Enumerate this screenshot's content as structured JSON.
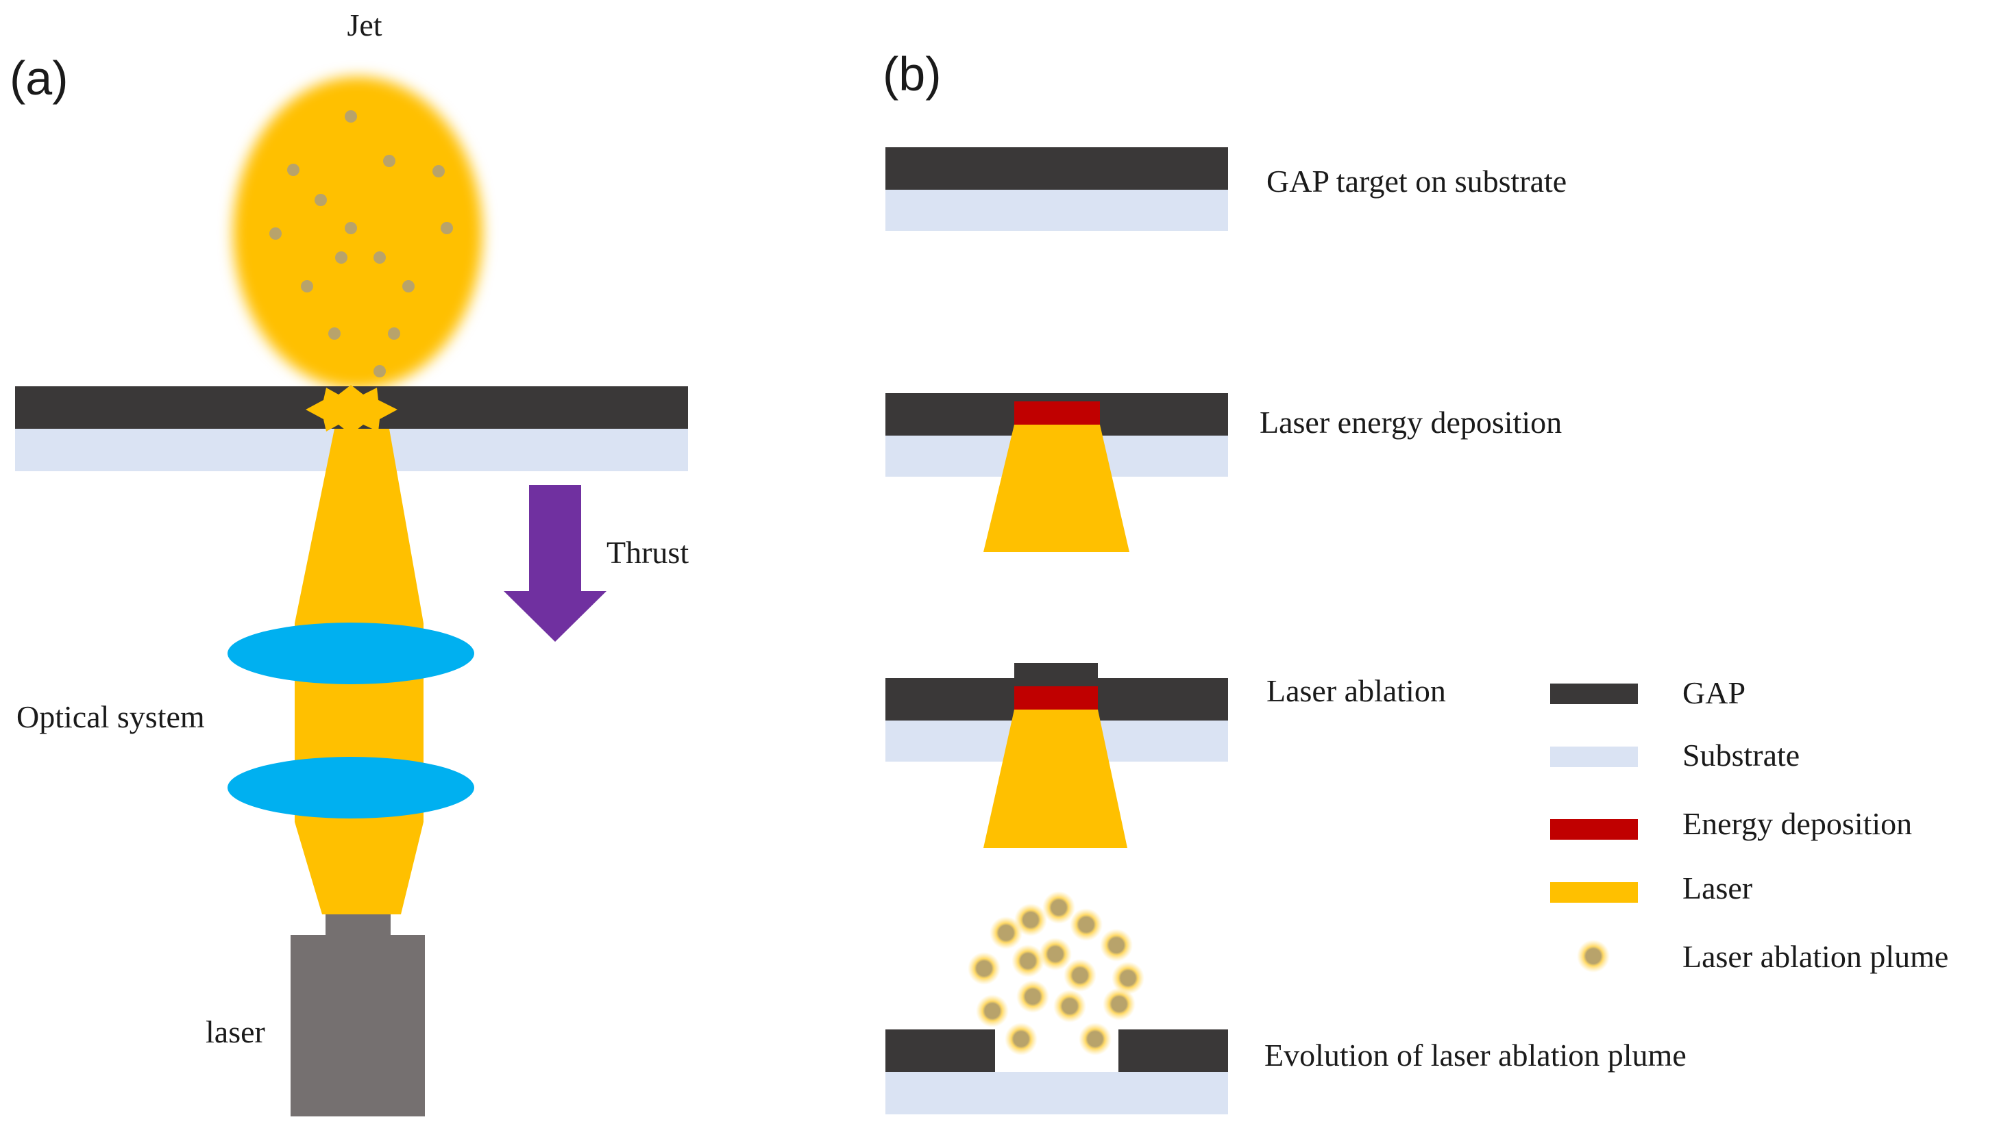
{
  "panel_a": {
    "label": "(a)",
    "jet_label": "Jet",
    "thrust_label": "Thrust",
    "optical_label": "Optical system",
    "laser_label": "laser"
  },
  "panel_b": {
    "label": "(b)",
    "steps": [
      "GAP target on substrate",
      "Laser energy deposition",
      "Laser ablation",
      "Evolution of laser ablation plume"
    ]
  },
  "legend": {
    "items": [
      {
        "label": "GAP",
        "color": "#3a3838"
      },
      {
        "label": "Substrate",
        "color": "#dae3f3"
      },
      {
        "label": "Energy deposition",
        "color": "#c00000"
      },
      {
        "label": "Laser",
        "color": "#ffc000"
      },
      {
        "label": "Laser ablation plume",
        "color": "#b8a36b"
      }
    ]
  },
  "colors": {
    "gap": "#3a3838",
    "substrate": "#dae3f3",
    "energy": "#c00000",
    "laser": "#ffc000",
    "lens": "#00b0f0",
    "thrust_arrow": "#7030a0",
    "laser_device": "#757070",
    "particle": "#b8a36b"
  }
}
